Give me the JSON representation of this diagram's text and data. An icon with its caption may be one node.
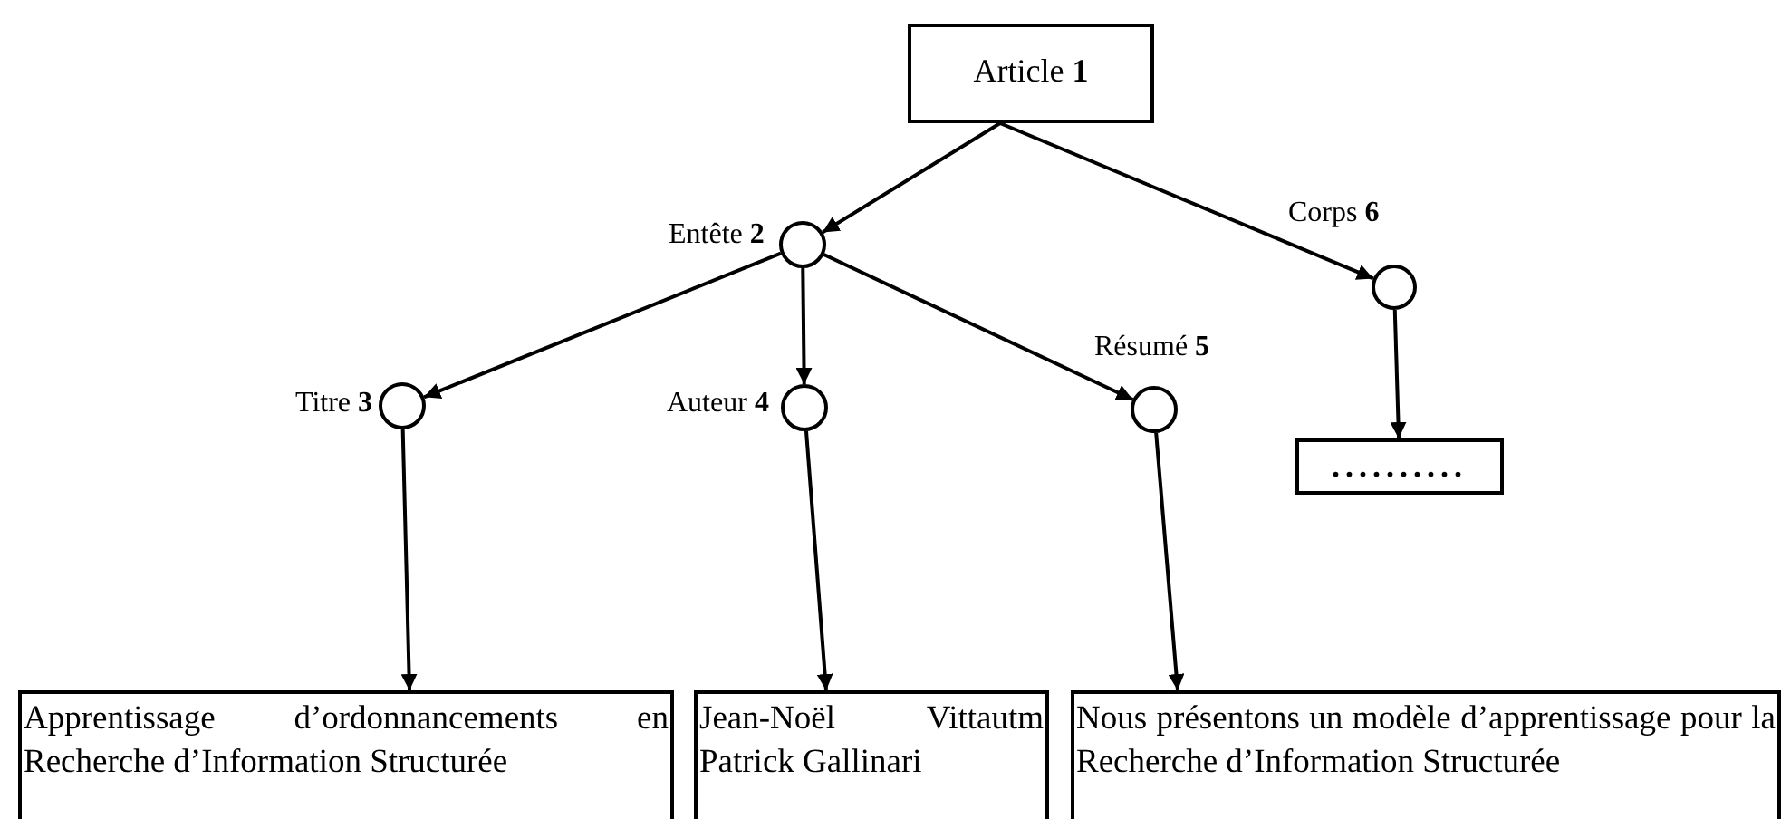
{
  "diagram": {
    "nodes": [
      {
        "text": [
          "Article **1**"
        ]
      },
      {
        "text": [],
        "shape": "circle",
        "beside": [
          "Entête **2**"
        ]
      },
      {
        "text": [],
        "shape": "circle",
        "beside": [
          "Corps **6**"
        ]
      },
      {
        "text": [],
        "shape": "circle",
        "beside": [
          "Titre **3**"
        ]
      },
      {
        "text": [],
        "shape": "circle",
        "beside": [
          "Auteur **4**"
        ]
      },
      {
        "text": [],
        "shape": "circle",
        "beside": [
          "Résumé **5**"
        ]
      },
      {
        "text": [
          ".........."
        ]
      },
      {
        "text": [
          "Apprentissage d’ordonnancements en Recherche d’Information Structurée"
        ]
      },
      {
        "text": [
          "Jean-Noël Vittautm Patrick Gallinari"
        ]
      },
      {
        "text": [
          "Nous présentons un modèle d’apprentissage pour la Recherche d’Information Structurée"
        ]
      }
    ],
    "edges": [
      {
        "from": 0,
        "to": 1,
        "arrow": "to"
      },
      {
        "from": 0,
        "to": 2,
        "arrow": "to"
      },
      {
        "from": 1,
        "to": 3,
        "arrow": "to"
      },
      {
        "from": 1,
        "to": 4,
        "arrow": "to"
      },
      {
        "from": 1,
        "to": 5,
        "arrow": "to"
      },
      {
        "from": 2,
        "to": 6,
        "arrow": "to"
      },
      {
        "from": 3,
        "to": 7,
        "arrow": "to"
      },
      {
        "from": 4,
        "to": 8,
        "arrow": "to"
      },
      {
        "from": 5,
        "to": 9,
        "arrow": "to"
      }
    ]
  }
}
